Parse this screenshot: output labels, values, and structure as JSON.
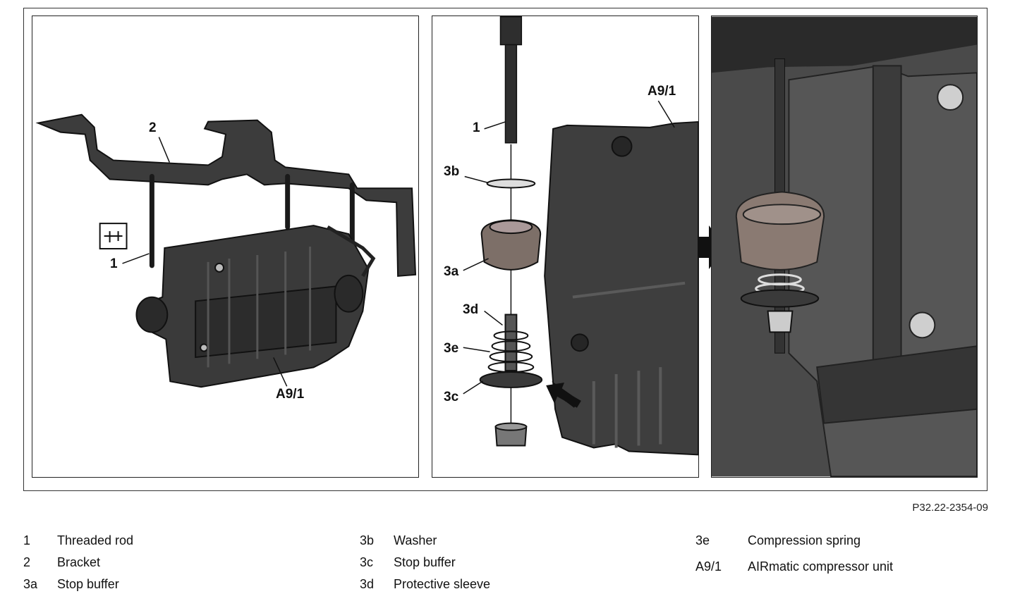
{
  "figure_ref": "P32.22-2354-09",
  "callouts": {
    "p1": {
      "c2": "2",
      "c1": "1",
      "ca91": "A9/1"
    },
    "p2": {
      "ca91": "A9/1",
      "c1": "1",
      "c3b": "3b",
      "c3a": "3a",
      "c3d": "3d",
      "c3e": "3e",
      "c3c": "3c"
    }
  },
  "icons": {
    "p1_symbol": "torque-wrench-symbol-icon",
    "p2_arrow": "black-arrow-icon",
    "between_arrow": "black-right-arrow-icon"
  },
  "legend": {
    "col1": [
      {
        "key": "1",
        "desc": "Threaded rod"
      },
      {
        "key": "2",
        "desc": "Bracket"
      },
      {
        "key": "3a",
        "desc": "Stop buffer"
      }
    ],
    "col2": [
      {
        "key": "3b",
        "desc": "Washer"
      },
      {
        "key": "3c",
        "desc": "Stop buffer"
      },
      {
        "key": "3d",
        "desc": "Protective sleeve"
      }
    ],
    "col3": [
      {
        "key": "3e",
        "desc": "Compression spring"
      },
      {
        "key": "A9/1",
        "desc": "AIRmatic compressor unit"
      }
    ]
  }
}
